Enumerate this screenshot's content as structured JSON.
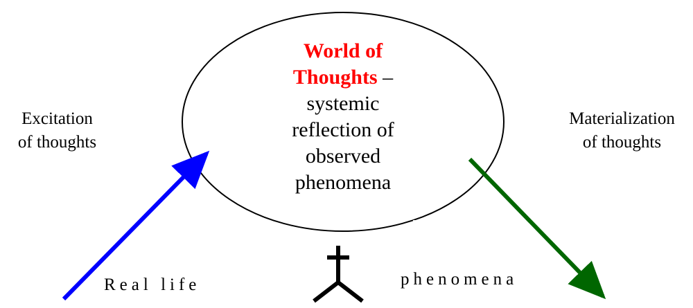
{
  "center": {
    "title_line1": "World of",
    "title_line2": "Thoughts",
    "dash": " –",
    "line3": "systemic",
    "line4": "reflection of",
    "line5": "observed",
    "line6": "phenomena"
  },
  "left_label": {
    "line1": "Excitation",
    "line2": "of thoughts"
  },
  "right_label": {
    "line1": "Materialization",
    "line2": "of thoughts"
  },
  "bottom_left": "Real life",
  "bottom_right": "phenomena",
  "colors": {
    "title": "#ff0000",
    "excitation_arrow": "#0000ff",
    "materialization_arrow": "#006600",
    "outline": "#000000"
  },
  "icons": [
    "person-figure-icon"
  ]
}
